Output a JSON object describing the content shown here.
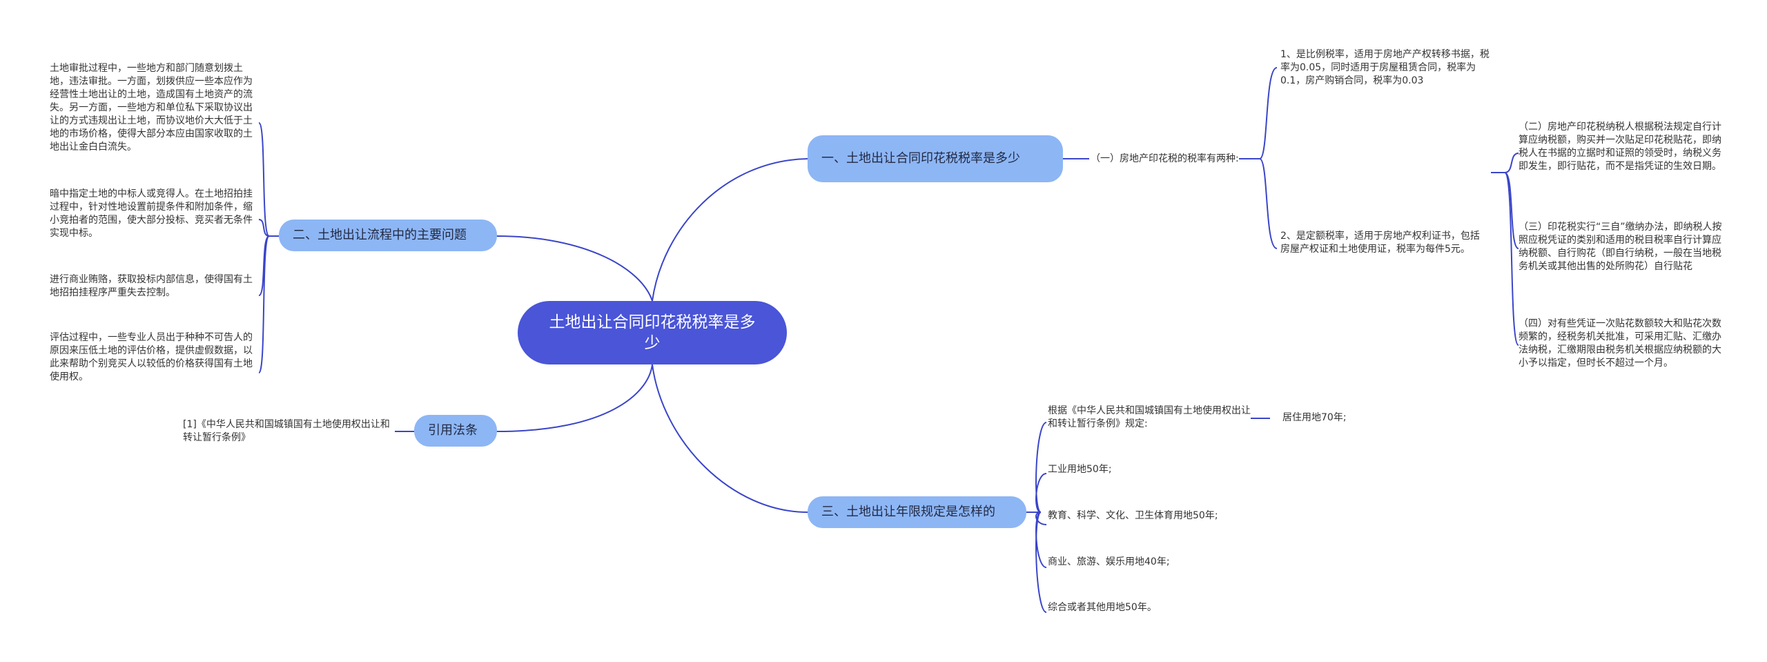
{
  "root": {
    "title": "土地出让合同印花税税率是多少"
  },
  "b1": {
    "label": "一、土地出让合同印花税税率是多少",
    "sub1": {
      "label": "（一）房地产印花税的税率有两种:"
    },
    "rate1": "1、是比例税率，适用于房地产产权转移书据，税率为0.05，同时适用于房屋租赁合同，税率为0.1，房产购销合同，税率为0.03",
    "rate2": "2、是定额税率，适用于房地产权利证书，包括房屋产权证和土地使用证，税率为每件5元。",
    "notes": [
      "（二）房地产印花税纳税人根据税法规定自行计算应纳税额，购买并一次贴足印花税贴花，即纳税人在书据的立据时和证照的领受时，纳税义务即发生，即行贴花，而不是指凭证的生效日期。",
      "（三）印花税实行“三自”缴纳办法，即纳税人按照应税凭证的类别和适用的税目税率自行计算应纳税额、自行购花（即自行纳税，一般在当地税务机关或其他出售的处所购花）自行贴花",
      "（四）对有些凭证一次贴花数额较大和贴花次数频繁的，经税务机关批准，可采用汇贴、汇缴办法纳税，汇缴期限由税务机关根据应纳税额的大小予以指定，但时长不超过一个月。"
    ]
  },
  "b2": {
    "label": "二、土地出让流程中的主要问题",
    "items": [
      "土地审批过程中，一些地方和部门随意划拨土地，违法审批。一方面，划拨供应一些本应作为经营性土地出让的土地，造成国有土地资产的流失。另一方面，一些地方和单位私下采取协议出让的方式违规出让土地，而协议地价大大低于土地的市场价格，使得大部分本应由国家收取的土地出让金白白流失。",
      "暗中指定土地的中标人或竞得人。在土地招拍挂过程中，针对性地设置前提条件和附加条件，缩小竞拍者的范围，使大部分投标、竞买者无条件实现中标。",
      "进行商业贿赂，获取投标内部信息，使得国有土地招拍挂程序严重失去控制。",
      "评估过程中，一些专业人员出于种种不可告人的原因来压低土地的评估价格，提供虚假数据，以此来帮助个别竞买人以较低的价格获得国有土地使用权。"
    ]
  },
  "b3": {
    "label": "三、土地出让年限规定是怎样的",
    "basis": "根据《中华人民共和国城镇国有土地使用权出让和转让暂行条例》规定:",
    "residential": "居住用地70年;",
    "items": [
      "工业用地50年;",
      "教育、科学、文化、卫生体育用地50年;",
      "商业、旅游、娱乐用地40年;",
      "综合或者其他用地50年。"
    ]
  },
  "b4": {
    "label": "引用法条",
    "ref": "[1]《中华人民共和国城镇国有土地使用权出让和转让暂行条例》"
  }
}
